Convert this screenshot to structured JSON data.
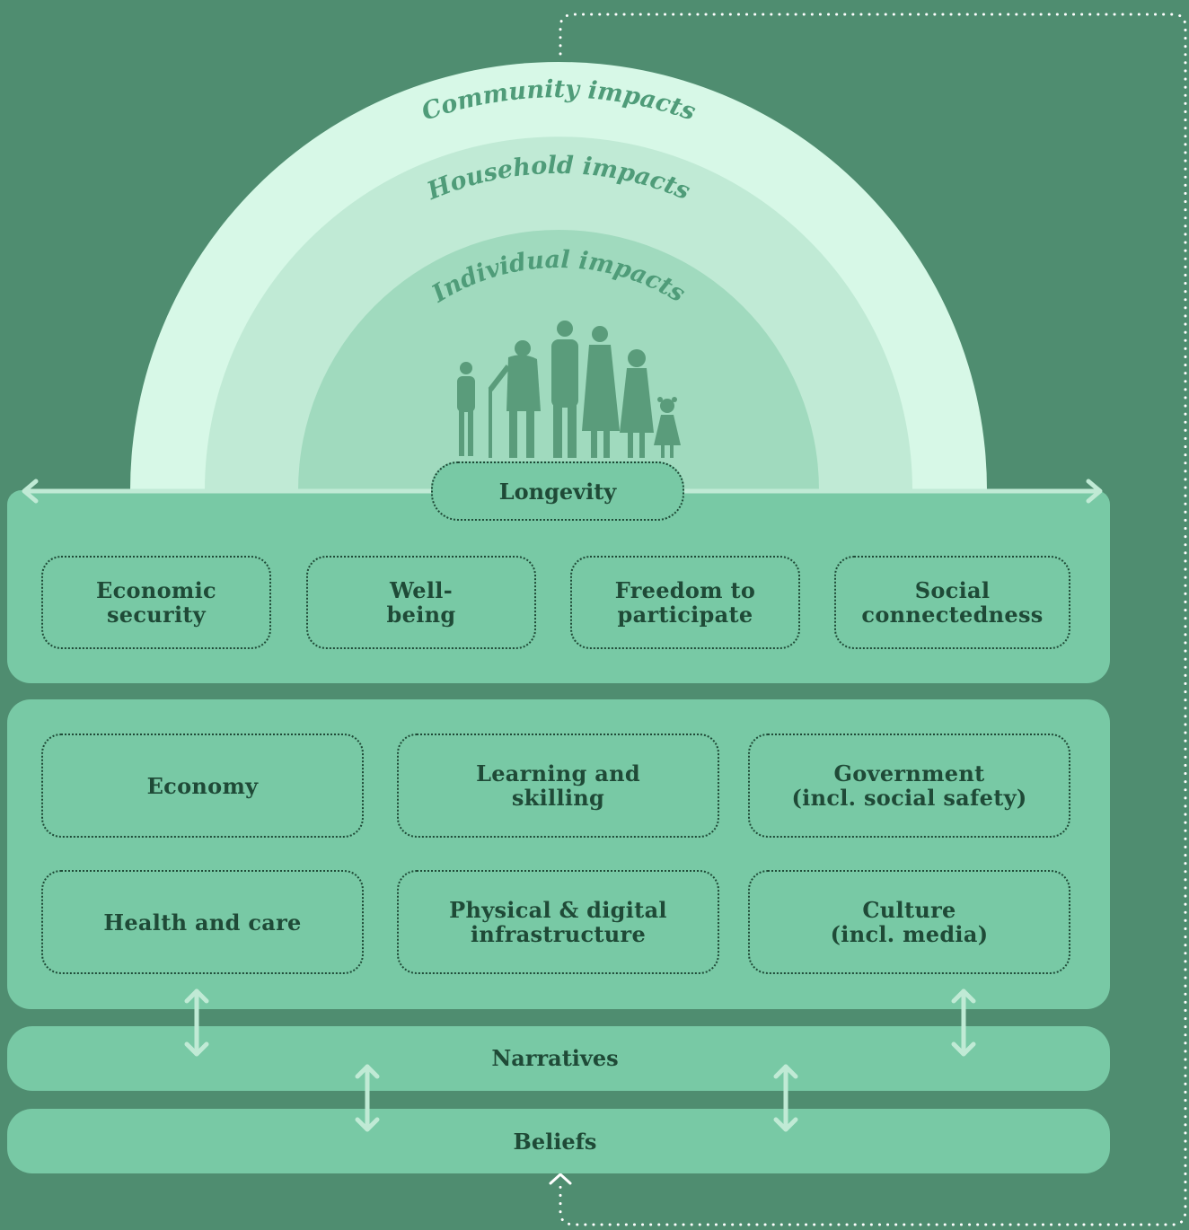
{
  "arcs": {
    "community": "Community impacts",
    "household": "Household impacts",
    "individual": "Individual impacts"
  },
  "center": "Longevity",
  "outcomes": [
    "Economic\nsecurity",
    "Well-\nbeing",
    "Freedom to\nparticipate",
    "Social\nconnectedness"
  ],
  "systems": [
    "Economy",
    "Learning and\nskilling",
    "Government\n(incl. social safety)",
    "Health and care",
    "Physical & digital\ninfrastructure",
    "Culture\n(incl. media)"
  ],
  "narratives": "Narratives",
  "beliefs": "Beliefs",
  "icons": {
    "people": "family-silhouette-icon",
    "horizontal_arrow": "double-arrow-horizontal-icon",
    "vertical_arrow": "double-arrow-vertical-icon",
    "feedback_loop": "dotted-feedback-loop-icon"
  },
  "colors": {
    "background": "#4f8d70",
    "panel": "#78c9a5",
    "arc_outer": "#d7f8e7",
    "arc_middle": "#c0ead5",
    "arc_inner": "#a0dabe",
    "text_dark": "#1f4a37",
    "arc_text": "#4f9c79"
  }
}
